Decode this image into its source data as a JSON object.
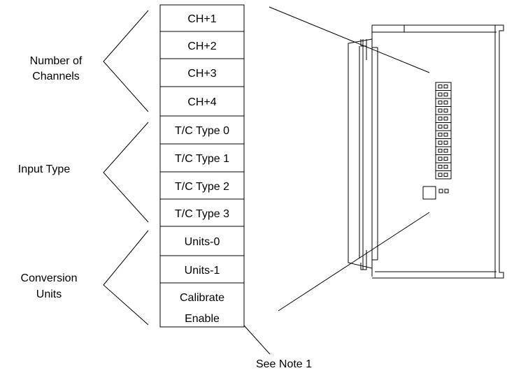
{
  "group_labels": {
    "channels": [
      "Number of",
      "Channels"
    ],
    "input_type": "Input Type",
    "conversion": [
      "Conversion",
      "Units"
    ]
  },
  "switch_rows": [
    "CH+1",
    "CH+2",
    "CH+3",
    "CH+4",
    "T/C Type 0",
    "T/C Type 1",
    "T/C Type 2",
    "T/C Type 3",
    "Units-0",
    "Units-1"
  ],
  "calibrate": [
    "Calibrate",
    "Enable"
  ],
  "note": "See Note 1"
}
